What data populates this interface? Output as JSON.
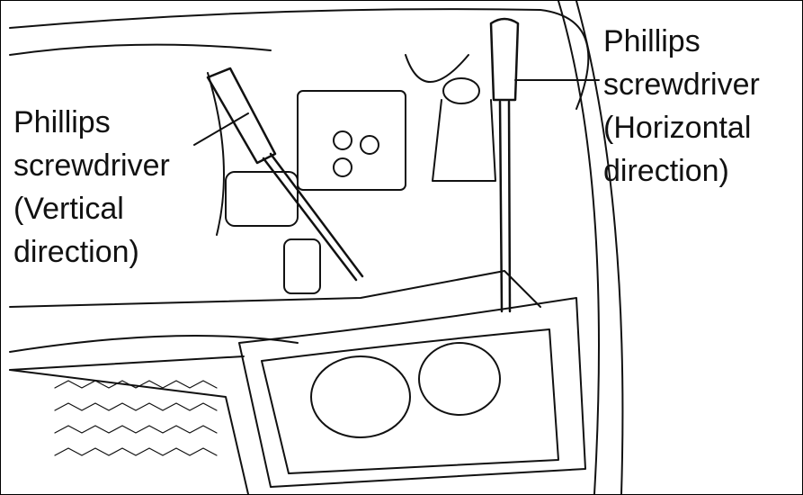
{
  "labels": {
    "vertical": [
      "Phillips",
      "screwdriver",
      "(Vertical",
      "direction)"
    ],
    "horizontal": [
      "Phillips",
      "screwdriver",
      "(Horizontal",
      "direction)"
    ]
  }
}
